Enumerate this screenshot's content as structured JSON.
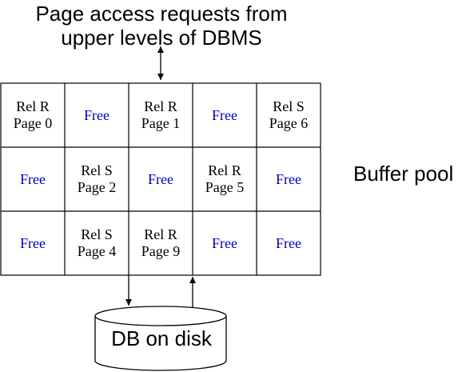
{
  "title": {
    "line1": "Page access requests from",
    "line2": "upper levels of DBMS"
  },
  "pool_label": "Buffer pool",
  "disk_label": "DB on disk",
  "colors": {
    "free_text": "#0000b8",
    "used_text": "#000000",
    "lines": "#000000"
  },
  "buffer_pool": {
    "rows": [
      [
        {
          "lines": [
            "Rel R",
            "Page 0"
          ],
          "free": false
        },
        {
          "lines": [
            "Free"
          ],
          "free": true
        },
        {
          "lines": [
            "Rel R",
            "Page 1"
          ],
          "free": false
        },
        {
          "lines": [
            "Free"
          ],
          "free": true
        },
        {
          "lines": [
            "Rel S",
            "Page 6"
          ],
          "free": false
        }
      ],
      [
        {
          "lines": [
            "Free"
          ],
          "free": true
        },
        {
          "lines": [
            "Rel S",
            "Page 2"
          ],
          "free": false
        },
        {
          "lines": [
            "Free"
          ],
          "free": true
        },
        {
          "lines": [
            "Rel R",
            "Page 5"
          ],
          "free": false
        },
        {
          "lines": [
            "Free"
          ],
          "free": true
        }
      ],
      [
        {
          "lines": [
            "Free"
          ],
          "free": true
        },
        {
          "lines": [
            "Rel S",
            "Page 4"
          ],
          "free": false
        },
        {
          "lines": [
            "Rel R",
            "Page 9"
          ],
          "free": false
        },
        {
          "lines": [
            "Free"
          ],
          "free": true
        },
        {
          "lines": [
            "Free"
          ],
          "free": true
        }
      ]
    ]
  }
}
